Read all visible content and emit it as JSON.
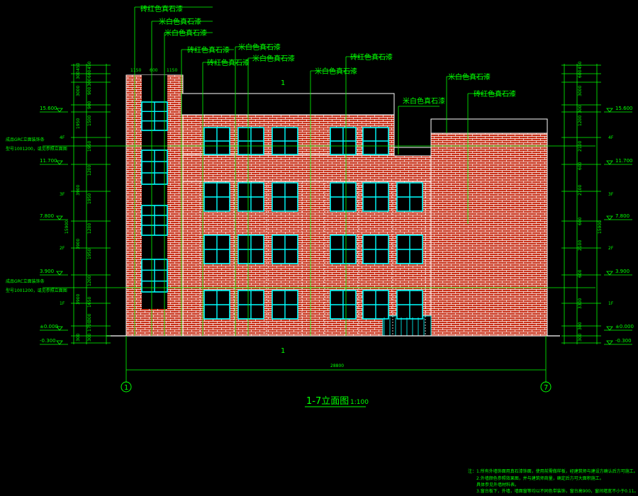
{
  "title": {
    "main": "1-7立面图",
    "scale": "1:100"
  },
  "material_callouts": {
    "brick_red": "砖红色真石漆",
    "rice_white": "米白色真石漆"
  },
  "elevations_left": [
    "15.600",
    "11.700",
    "7.800",
    "3.900",
    "±0.000",
    "-0.300"
  ],
  "elevations_right": [
    "15.600",
    "11.700",
    "7.800",
    "3.900",
    "±0.000",
    "-0.300"
  ],
  "floor_labels": [
    "4F",
    "3F",
    "2F",
    "1F"
  ],
  "dims_left_outer": [
    "450",
    "300",
    "3000",
    "1950",
    "3900",
    "3900",
    "3900",
    "300"
  ],
  "dims_left_inner": [
    "450",
    "600",
    "300",
    "900",
    "900",
    "1500",
    "1950",
    "1200",
    "1950",
    "1200",
    "1950",
    "1200",
    "1650",
    "300",
    "1700",
    "300"
  ],
  "dims_right_inner": [
    "450",
    "600",
    "3000",
    "300",
    "1200",
    "2100",
    "600",
    "2100",
    "600",
    "2100",
    "600",
    "3300",
    "300",
    "300"
  ],
  "total_height": "15900",
  "top_widths": [
    "1150",
    "600",
    "1150"
  ],
  "overall_width": "28800",
  "axis_labels": [
    "1",
    "7"
  ],
  "center_mark": "1",
  "side_notes": {
    "line1": "成品GRC立面装饰条",
    "line2": "型号1001200，或见参照立面图"
  },
  "notes": {
    "lead": "注：",
    "line1": "1.所有外墙饰面用真石漆饰面，使用前需做样板，经建筑师与建设方确认后方可施工。",
    "line2": "2.外墙颜色参照效果图，并与建筑师商量，确定后方可大面积施工。",
    "line3": "具体参见外墙材料表。",
    "line4": "3.窗台板下，外墙，墙面窗等均以不同色带装饰，窗台高900，窗间墙宽不小于0.11。"
  },
  "colors": {
    "background": "#000000",
    "line": "#00ff00",
    "window": "#00ffff",
    "brick": "#c83018",
    "mortar": "#ffffff",
    "outline": "#ffffff"
  }
}
